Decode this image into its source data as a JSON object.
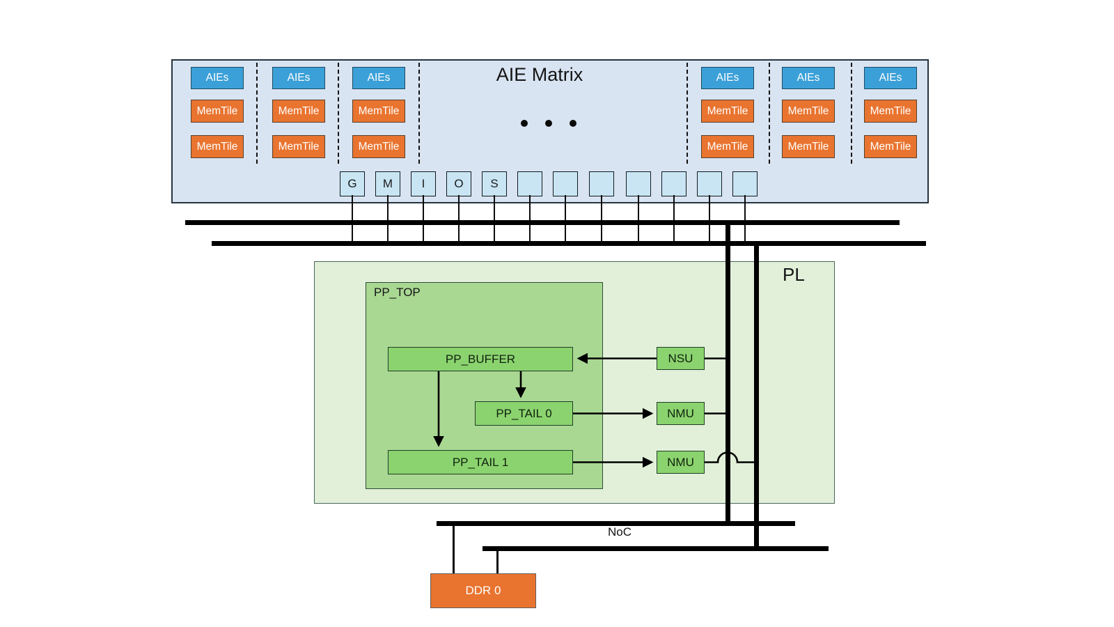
{
  "aie_matrix": {
    "title": "AIE Matrix",
    "groups": [
      [
        "AIEs",
        "MemTile",
        "MemTile"
      ],
      [
        "AIEs",
        "MemTile",
        "MemTile"
      ],
      [
        "AIEs",
        "MemTile",
        "MemTile"
      ],
      [
        "AIEs",
        "MemTile",
        "MemTile"
      ],
      [
        "AIEs",
        "MemTile",
        "MemTile"
      ],
      [
        "AIEs",
        "MemTile",
        "MemTile"
      ]
    ],
    "io_ports": [
      "G",
      "M",
      "I",
      "O",
      "S",
      "",
      "",
      "",
      "",
      "",
      "",
      ""
    ]
  },
  "pl": {
    "label": "PL",
    "pp_top": "PP_TOP",
    "pp_buffer": "PP_BUFFER",
    "pp_tail0": "PP_TAIL 0",
    "pp_tail1": "PP_TAIL 1",
    "nsu": "NSU",
    "nmu_top": "NMU",
    "nmu_bottom": "NMU"
  },
  "noc": {
    "label": "NoC"
  },
  "ddr": {
    "label": "DDR 0"
  },
  "colors": {
    "aie_matrix_bg": "#d9e4f2",
    "aie_tile_blue": "#3ba0d8",
    "mem_tile_orange": "#e9742f",
    "io_box_blue": "#c9e5f4",
    "pl_bg_green": "#e2f0da",
    "pp_top_green": "#a9d893",
    "block_green": "#8bd36e",
    "ddr_orange": "#e9742f",
    "bus_black": "#000000"
  }
}
